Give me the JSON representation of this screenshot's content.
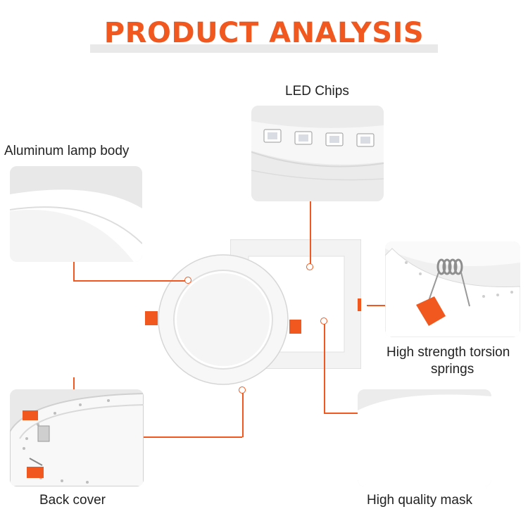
{
  "title": "PRODUCT ANALYSIS",
  "labels": {
    "led_chips": "LED Chips",
    "aluminum_body": "Aluminum lamp body",
    "torsion_line1": "High strength torsion",
    "torsion_line2": "springs",
    "back_cover": "Back cover",
    "mask": "High quality mask"
  },
  "colors": {
    "accent": "#f0581f",
    "panel_bg": "#ebebeb",
    "text": "#222222"
  }
}
